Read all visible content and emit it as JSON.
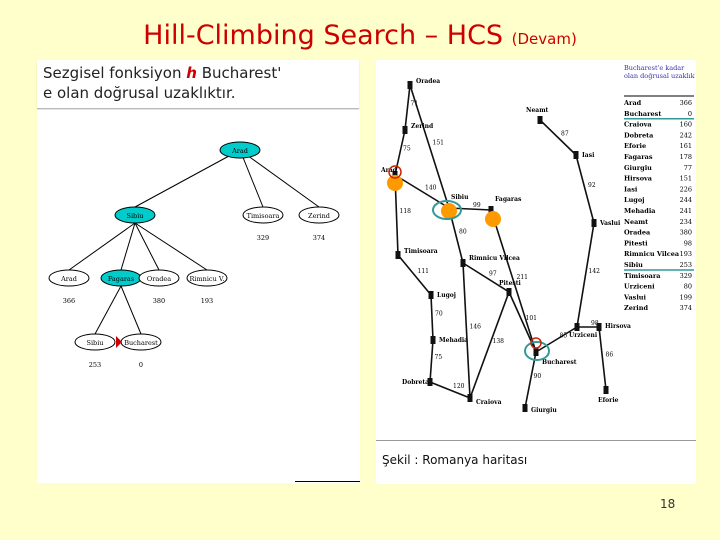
{
  "title": {
    "main": "Hill-Climbing Search – HCS",
    "suffix": "(Devam)"
  },
  "caption": {
    "line1_a": "Sezgisel fonksiyon ",
    "line1_h": "h",
    "line1_b": " Bucharest'",
    "line2": "e olan doğrusal uzaklıktır."
  },
  "tree": {
    "nodes": [
      {
        "id": "arad",
        "label": "Arad",
        "value": ""
      },
      {
        "id": "sibiu",
        "label": "Sibiu",
        "value": ""
      },
      {
        "id": "timisoara",
        "label": "Timisoara",
        "value": "329"
      },
      {
        "id": "zerind",
        "label": "Zerind",
        "value": "374"
      },
      {
        "id": "arad2",
        "label": "Arad",
        "value": "366"
      },
      {
        "id": "fagaras",
        "label": "Fagaras",
        "value": ""
      },
      {
        "id": "oradea",
        "label": "Oradea",
        "value": "380"
      },
      {
        "id": "rimnicu",
        "label": "Rimnicu V.",
        "value": "193"
      },
      {
        "id": "sibiu2",
        "label": "Sibiu",
        "value": "253"
      },
      {
        "id": "bucharest",
        "label": "Bucharest",
        "value": "0"
      }
    ]
  },
  "map": {
    "cities": [
      {
        "name": "Oradea"
      },
      {
        "name": "Zerind"
      },
      {
        "name": "Arad"
      },
      {
        "name": "Sibiu"
      },
      {
        "name": "Fagaras"
      },
      {
        "name": "Timisoara"
      },
      {
        "name": "Rimnicu Vilcea"
      },
      {
        "name": "Lugoj"
      },
      {
        "name": "Pitesti"
      },
      {
        "name": "Mehadia"
      },
      {
        "name": "Dobreta"
      },
      {
        "name": "Craiova"
      },
      {
        "name": "Bucharest"
      },
      {
        "name": "Giurgiu"
      },
      {
        "name": "Urziceni"
      },
      {
        "name": "Hirsova"
      },
      {
        "name": "Eforie"
      },
      {
        "name": "Vaslui"
      },
      {
        "name": "Iasi"
      },
      {
        "name": "Neamt"
      }
    ],
    "distances": [
      "71",
      "151",
      "75",
      "140",
      "99",
      "118",
      "80",
      "111",
      "211",
      "97",
      "70",
      "146",
      "101",
      "75",
      "138",
      "120",
      "90",
      "85",
      "98",
      "86",
      "142",
      "92",
      "87"
    ],
    "table_title_1": "Bucharest'e kadar",
    "table_title_2": "olan doğrusal uzaklık",
    "table": [
      {
        "city": "Arad",
        "value": "366"
      },
      {
        "city": "Bucharest",
        "value": "0"
      },
      {
        "city": "Craiova",
        "value": "160"
      },
      {
        "city": "Dobreta",
        "value": "242"
      },
      {
        "city": "Eforie",
        "value": "161"
      },
      {
        "city": "Fagaras",
        "value": "178"
      },
      {
        "city": "Giurgiu",
        "value": "77"
      },
      {
        "city": "Hirsova",
        "value": "151"
      },
      {
        "city": "Iasi",
        "value": "226"
      },
      {
        "city": "Lugoj",
        "value": "244"
      },
      {
        "city": "Mehadia",
        "value": "241"
      },
      {
        "city": "Neamt",
        "value": "234"
      },
      {
        "city": "Oradea",
        "value": "380"
      },
      {
        "city": "Pitesti",
        "value": "98"
      },
      {
        "city": "Rimnicu Vilcea",
        "value": "193"
      },
      {
        "city": "Sibiu",
        "value": "253"
      },
      {
        "city": "Timisoara",
        "value": "329"
      },
      {
        "city": "Urziceni",
        "value": "80"
      },
      {
        "city": "Vaslui",
        "value": "199"
      },
      {
        "city": "Zerind",
        "value": "374"
      }
    ],
    "caption": "Şekil : Romanya haritası"
  },
  "page_number": "18",
  "colors": {
    "title": "#cc0000",
    "node_fill": "#00cccc",
    "highlight": "#ff9900",
    "ring": "#339999",
    "table_header": "#3333aa"
  }
}
